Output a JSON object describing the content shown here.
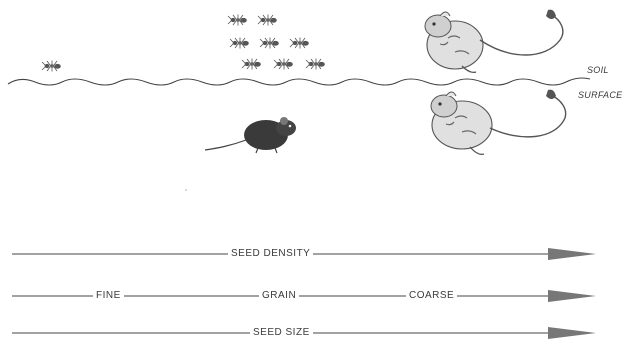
{
  "diagram": {
    "soil_label": [
      "SOIL",
      "SURFACE"
    ],
    "axes": [
      {
        "label": "SEED DENSITY"
      },
      {
        "labels": [
          "FINE",
          "GRAIN",
          "COARSE"
        ]
      },
      {
        "label": "SEED SIZE"
      }
    ],
    "colors": {
      "ink": "#333333",
      "arrow_fill": "#777777"
    }
  }
}
